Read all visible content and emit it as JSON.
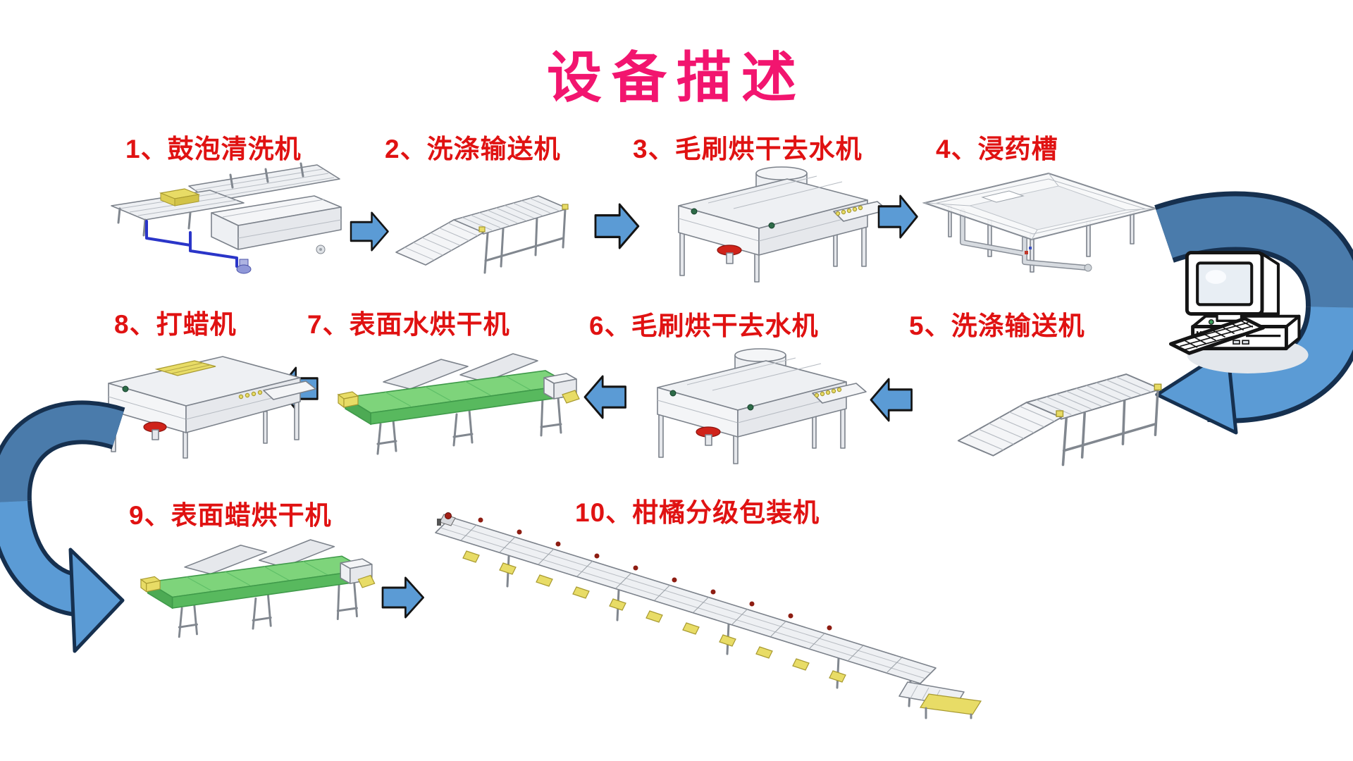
{
  "title": "设备描述",
  "colors": {
    "title": "#F2156F",
    "label": "#E01212",
    "arrow_fill": "#5B9BD5",
    "arrow_stroke": "#141414",
    "swoosh_dark": "#4A7BAB",
    "swoosh_light": "#5B9BD5",
    "machine_green": "#7ED47B",
    "machine_gray": "#EEF0F3",
    "accent_yellow": "#E8DC66",
    "accent_red": "#CF231A"
  },
  "steps": [
    {
      "id": "1",
      "label": "1、鼓泡清洗机",
      "illustration": "bubble-washing-machine"
    },
    {
      "id": "2",
      "label": "2、洗涤输送机",
      "illustration": "washing-conveyor"
    },
    {
      "id": "3",
      "label": "3、毛刷烘干去水机",
      "illustration": "brush-drying-dewatering-machine"
    },
    {
      "id": "4",
      "label": "4、浸药槽",
      "illustration": "chemical-dipping-tank"
    },
    {
      "id": "5",
      "label": "5、洗涤输送机",
      "illustration": "washing-conveyor"
    },
    {
      "id": "6",
      "label": "6、毛刷烘干去水机",
      "illustration": "brush-drying-dewatering-machine"
    },
    {
      "id": "7",
      "label": "7、表面水烘干机",
      "illustration": "surface-water-drying-machine"
    },
    {
      "id": "8",
      "label": "8、打蜡机",
      "illustration": "waxing-machine"
    },
    {
      "id": "9",
      "label": "9、表面蜡烘干机",
      "illustration": "surface-wax-drying-machine"
    },
    {
      "id": "10",
      "label": "10、柑橘分级包装机",
      "illustration": "citrus-grading-packing-machine"
    }
  ],
  "icons": {
    "flow_arrow": "block-arrow",
    "u_turn_right": "curved-u-turn-arrow-right",
    "u_turn_left": "curved-u-turn-arrow-left",
    "computer": "desktop-computer"
  }
}
